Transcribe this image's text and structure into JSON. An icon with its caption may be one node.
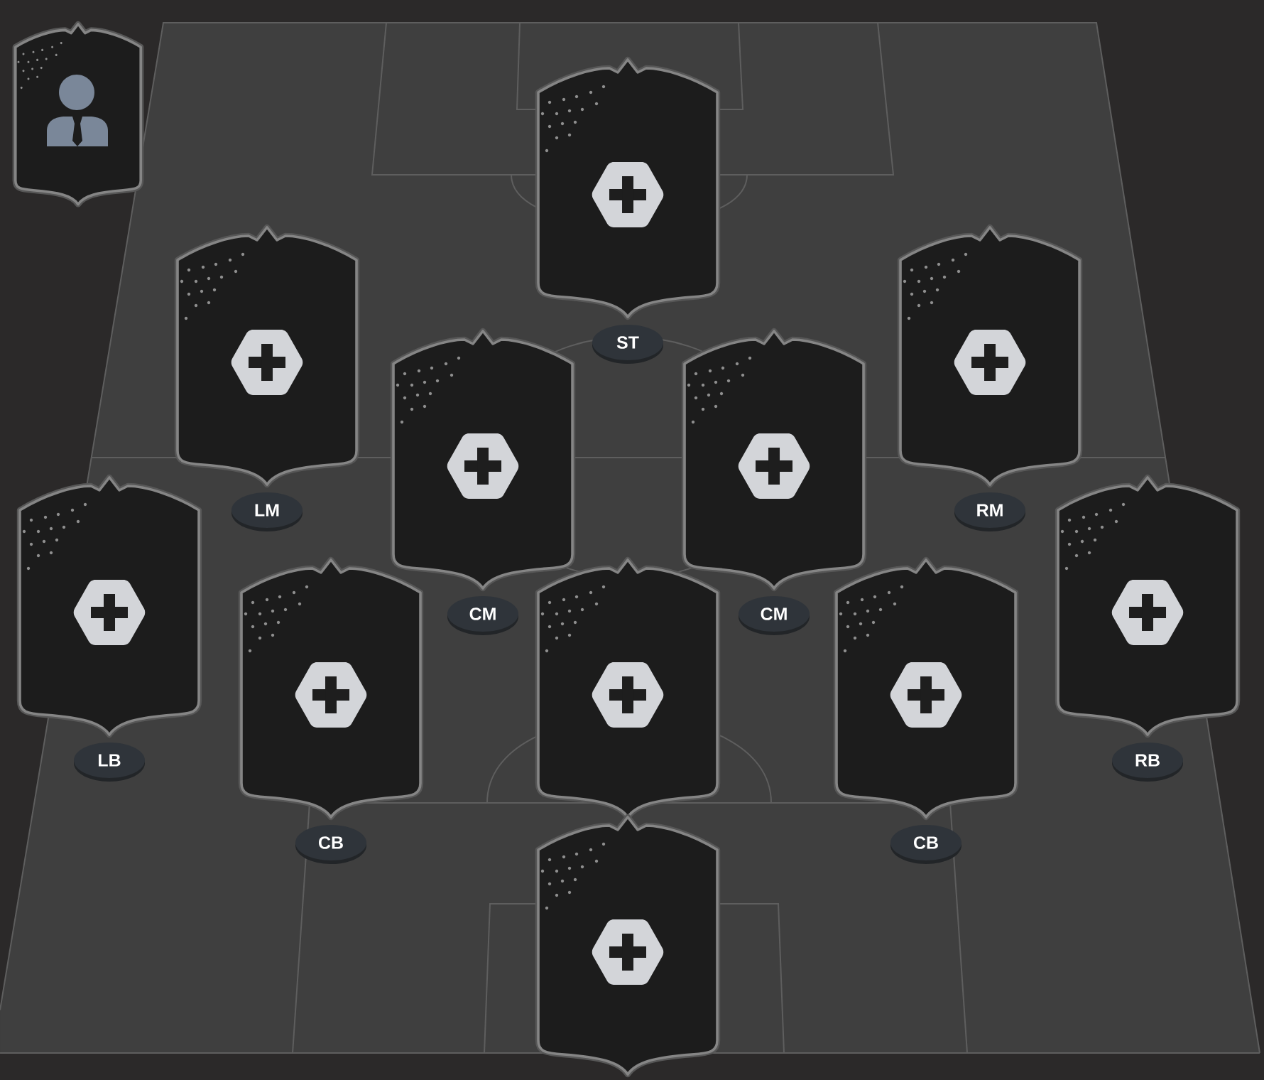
{
  "diagram": {
    "nodes": [
      {
        "text": [],
        "shape": "person"
      },
      {
        "text": [
          "ST"
        ]
      },
      {
        "text": [
          "LM"
        ]
      },
      {
        "text": [
          "RM"
        ]
      },
      {
        "text": [
          "CM"
        ]
      },
      {
        "text": [
          "CM"
        ]
      },
      {
        "text": [
          "LB"
        ]
      },
      {
        "text": [
          "RB"
        ]
      },
      {
        "text": [
          "CB"
        ]
      },
      {
        "text": [],
        "shape": "box"
      },
      {
        "text": [
          "CB"
        ]
      },
      {
        "text": [],
        "shape": "box"
      }
    ]
  }
}
